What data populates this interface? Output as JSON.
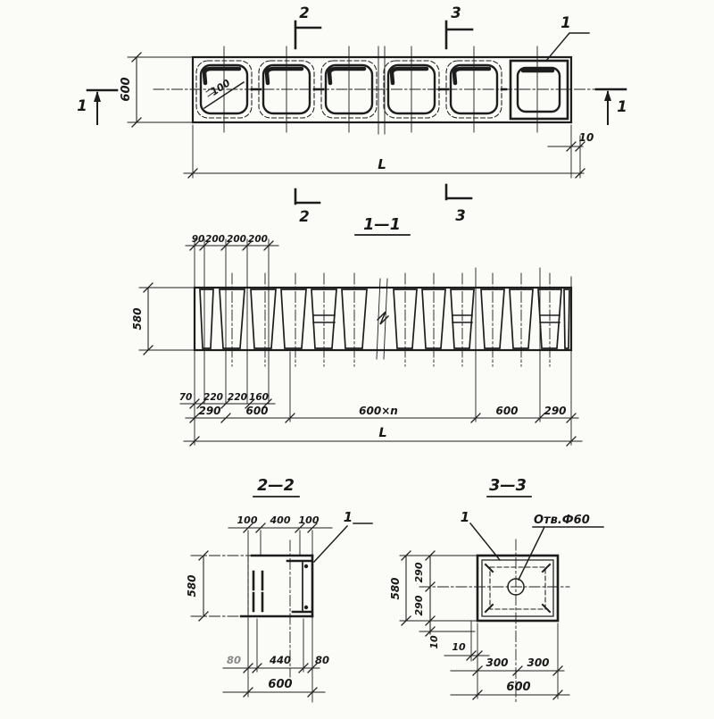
{
  "colors": {
    "ink": "#1d1d1d",
    "paper": "#fbfbf8"
  },
  "plan": {
    "marker_1_left": "1",
    "marker_1_right": "1",
    "marker_2_top": "2",
    "marker_2_bottom": "2",
    "marker_3_top": "3",
    "marker_3_bottom": "3",
    "element_leader": "1",
    "dim_width": "600",
    "dim_length": "L",
    "dim_gap": "10",
    "void_note": "100"
  },
  "section_1_1": {
    "title": "1—1",
    "top_chain": [
      "90",
      "200",
      "200",
      "200"
    ],
    "dim_height": "580",
    "chain_a": [
      "70",
      "220",
      "220",
      "160"
    ],
    "chain_b": [
      "290",
      "600",
      "600×n",
      "600",
      "290"
    ],
    "dim_total": "L"
  },
  "section_2_2": {
    "title": "2—2",
    "top_chain": [
      "100",
      "400",
      "100"
    ],
    "dim_height": "580",
    "element_leader": "1",
    "chain_a": [
      "80",
      "440",
      "80"
    ],
    "dim_total": "600"
  },
  "section_3_3": {
    "title": "3—3",
    "element_leader": "1",
    "hole_note": "Отв.Ф60",
    "dim_height": "580",
    "side_chain": [
      "290",
      "290"
    ],
    "gap_a": "10",
    "gap_b": "10",
    "chain_a": [
      "300",
      "300"
    ],
    "dim_total": "600"
  }
}
